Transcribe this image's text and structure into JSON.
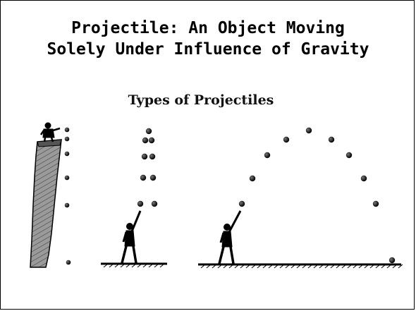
{
  "slide": {
    "title_line1": "Projectile: An Object Moving",
    "title_line2": "Solely Under Influence of Gravity",
    "subtitle": "Types of Projectiles"
  },
  "colors": {
    "ink": "#000000",
    "cliff": "#8c8c8c",
    "background": "#ffffff"
  },
  "scenes": [
    {
      "kind": "dropped-from-cliff"
    },
    {
      "kind": "thrown-straight-up"
    },
    {
      "kind": "launched-at-angle"
    }
  ]
}
